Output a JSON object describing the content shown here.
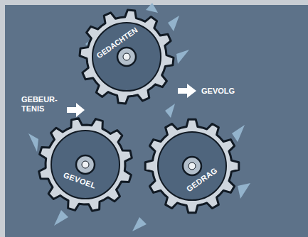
{
  "diagram": {
    "nodes": [
      {
        "text": [
          "GEDACHTEN"
        ]
      },
      {
        "text": [
          "GEVOEL"
        ]
      },
      {
        "text": [
          "GEDRAG"
        ]
      }
    ],
    "labels": [
      "GEBEUR- TENIS",
      "GEVOLG"
    ]
  }
}
